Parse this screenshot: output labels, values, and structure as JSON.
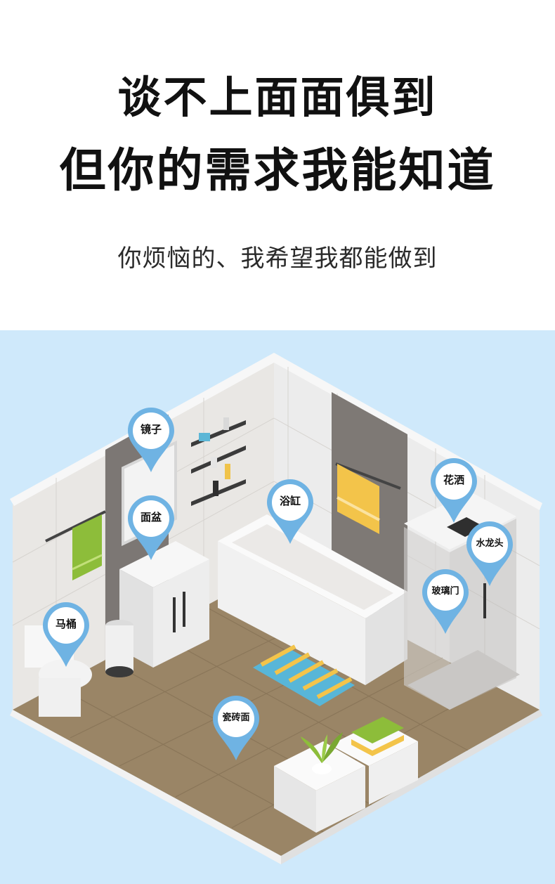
{
  "headline": {
    "line1": "谈不上面面俱到",
    "line2": "但你的需求我能知道"
  },
  "subheadline": "你烦恼的、我希望我都能做到",
  "colors": {
    "background_top": "#ffffff",
    "scene_background": "#cfe9fb",
    "pin_blue": "#6fb3e3",
    "wall": "#e6e6e6",
    "floor": "#9a8566",
    "towel_green": "#8dbd3a",
    "towel_yellow": "#f3c44a"
  },
  "pins": [
    {
      "label": "镜子",
      "icon": "map-pin-icon"
    },
    {
      "label": "面盆",
      "icon": "map-pin-icon"
    },
    {
      "label": "浴缸",
      "icon": "map-pin-icon"
    },
    {
      "label": "花洒",
      "icon": "map-pin-icon"
    },
    {
      "label": "水龙头",
      "icon": "map-pin-icon"
    },
    {
      "label": "玻璃门",
      "icon": "map-pin-icon"
    },
    {
      "label": "马桶",
      "icon": "map-pin-icon"
    },
    {
      "label": "瓷砖面",
      "icon": "map-pin-icon"
    }
  ]
}
